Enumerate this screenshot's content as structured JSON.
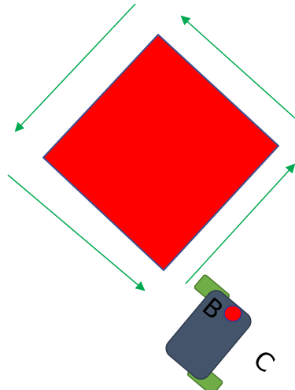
{
  "colors": {
    "background": "#ffffff",
    "square_fill": "#ff0000",
    "square_stroke": "#3e4f8c",
    "arrow": "#00a84f",
    "robot_body": "#44546a",
    "robot_body_stroke": "#2c3a4c",
    "wheel_fill": "#70ad47",
    "wheel_stroke": "#4a7a2e",
    "sensor_fill": "#ff0000",
    "sensor_stroke": "#2b3a9a",
    "label_color": "#000000"
  },
  "arrows": [
    {
      "id": "top-left",
      "direction": "down-left"
    },
    {
      "id": "top-right",
      "direction": "up-left"
    },
    {
      "id": "bottom-left",
      "direction": "down-right"
    },
    {
      "id": "bottom-right",
      "direction": "up-right"
    }
  ],
  "robot": {
    "labels": {
      "wheel_b": "B",
      "wheel_c": "C"
    }
  }
}
